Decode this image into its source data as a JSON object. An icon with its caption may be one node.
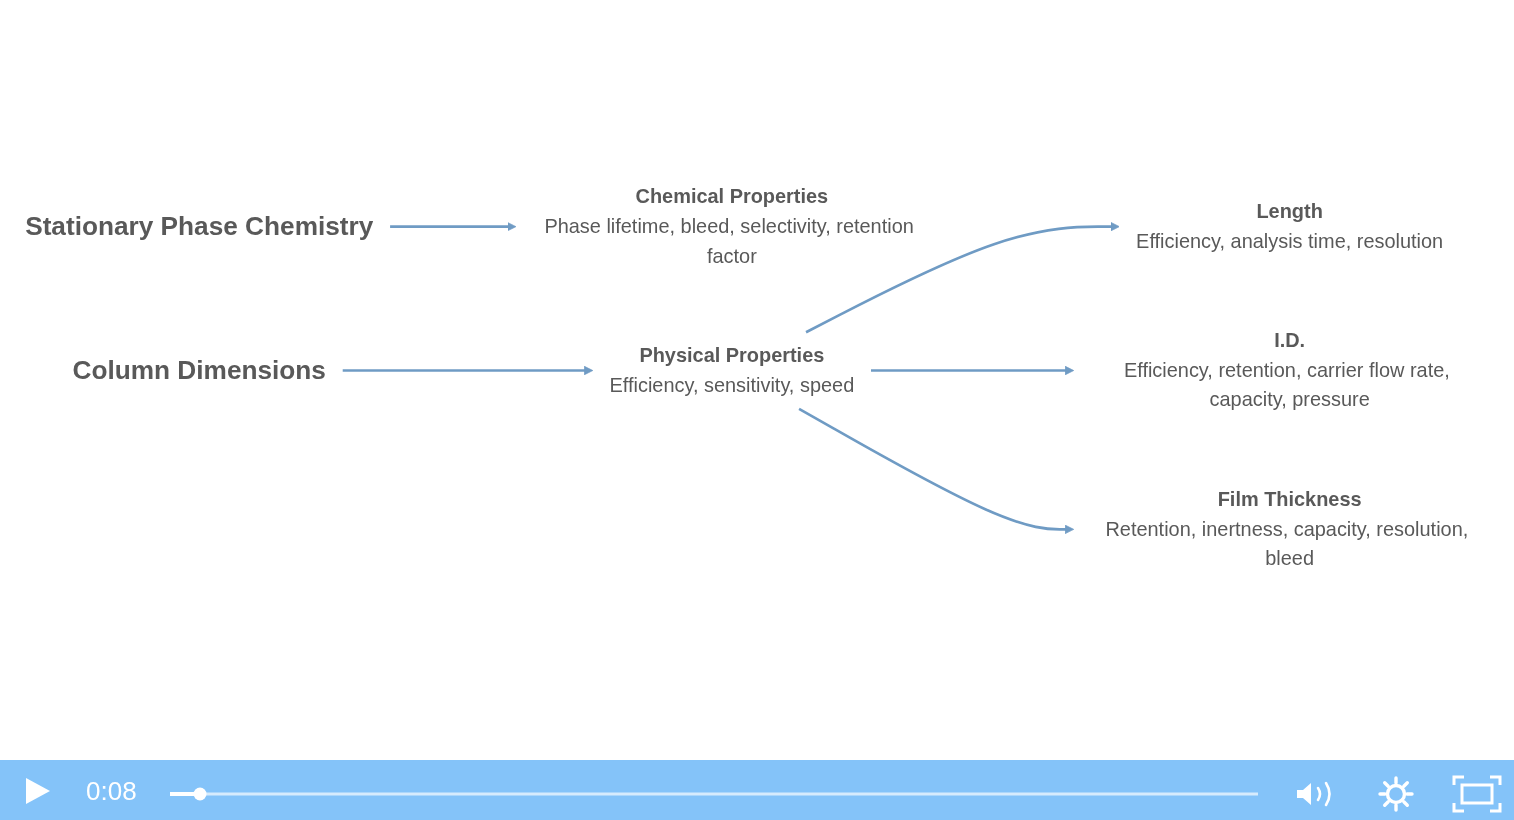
{
  "diagram": {
    "nodes": [
      {
        "text": [
          "Stationary Phase Chemistry"
        ]
      },
      {
        "text": [
          "Chemical Properties",
          "Phase lifetime, bleed, selectivity, retention factor"
        ]
      },
      {
        "text": [
          "Column Dimensions"
        ]
      },
      {
        "text": [
          "Physical Properties",
          "Efficiency, sensitivity, speed"
        ]
      },
      {
        "text": [
          "Length",
          "Efficiency, analysis time, resolution"
        ]
      },
      {
        "text": [
          "I.D.",
          "Efficiency, retention, carrier flow rate, capacity, pressure"
        ]
      },
      {
        "text": [
          "Film Thickness",
          "Retention, inertness, capacity, resolution, bleed"
        ]
      }
    ],
    "edges": [
      {
        "from": 0,
        "to": 1,
        "arrow": "to"
      },
      {
        "from": 2,
        "to": 3,
        "arrow": "to"
      },
      {
        "from": 3,
        "to": 4,
        "arrow": "to"
      },
      {
        "from": 3,
        "to": 5,
        "arrow": "to"
      },
      {
        "from": 3,
        "to": 6,
        "arrow": "to"
      }
    ],
    "labels": [
      "0:08"
    ]
  }
}
